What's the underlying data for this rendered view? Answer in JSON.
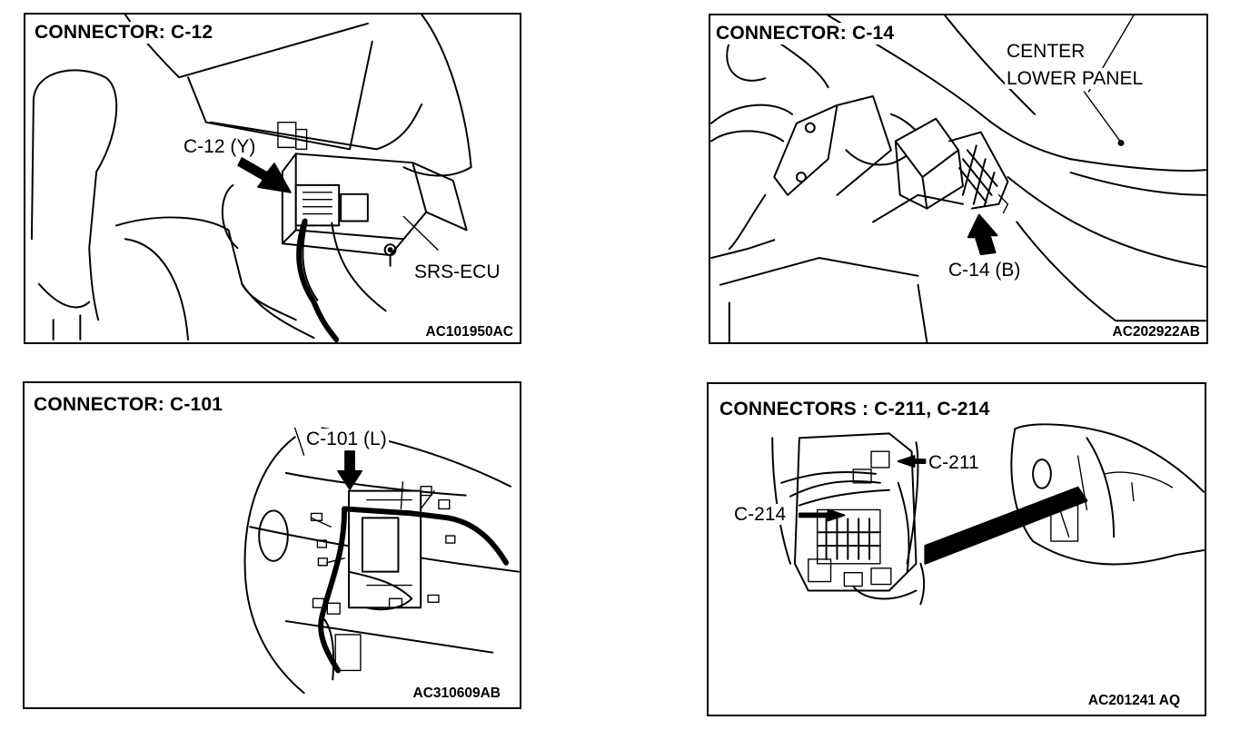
{
  "panels": [
    {
      "title": "CONNECTOR: C-12",
      "callouts": [
        "C-12 (Y)",
        "SRS-ECU"
      ],
      "code": "AC101950AC"
    },
    {
      "title": "CONNECTOR: C-14",
      "callouts": [
        "CENTER",
        "LOWER PANEL",
        "C-14 (B)"
      ],
      "code": "AC202922AB"
    },
    {
      "title": "CONNECTOR: C-101",
      "callouts": [
        "C-101 (L)"
      ],
      "code": "AC310609AB"
    },
    {
      "title": "CONNECTORS : C-211, C-214",
      "callouts": [
        "C-211",
        "C-214"
      ],
      "code": "AC201241 AQ"
    }
  ]
}
